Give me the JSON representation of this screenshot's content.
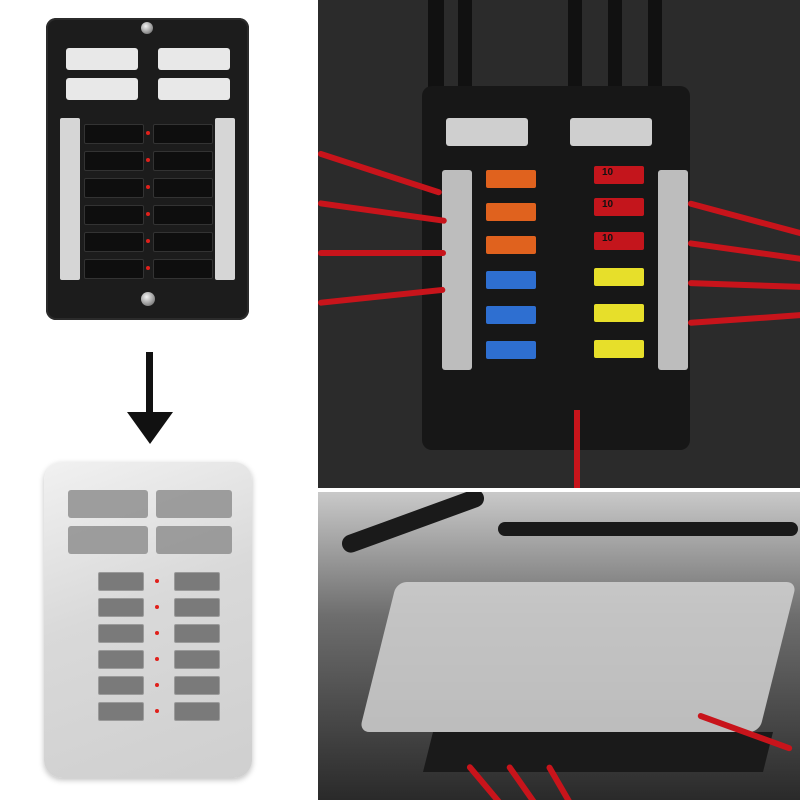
{
  "fuse_ratings": {
    "top_photo_upper_right": [
      "10",
      "10",
      "10"
    ]
  },
  "colors": {
    "fuse_orange": "#e0621e",
    "fuse_red": "#c4151c",
    "fuse_blue": "#2e6fd1",
    "fuse_yellow": "#e7df2a",
    "wire_red": "#c8141b",
    "led_red": "#e0201b"
  },
  "icons": {
    "down_arrow": "arrow-down-icon"
  }
}
